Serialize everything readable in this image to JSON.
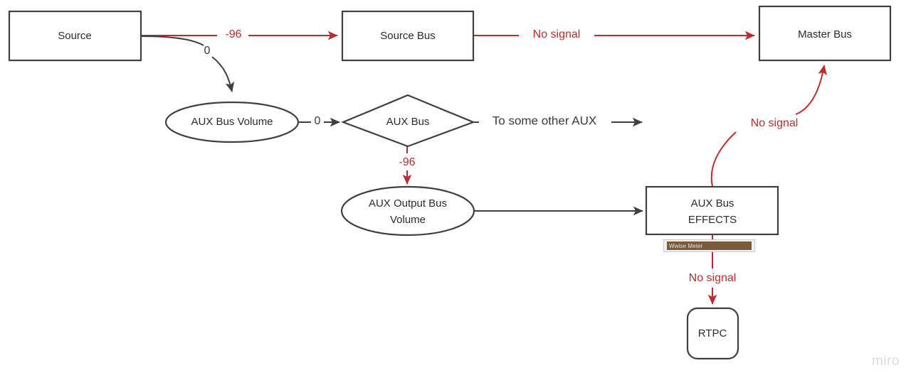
{
  "colors": {
    "signal_red": "#c02a2d",
    "stroke_dark": "#3f3f3f",
    "meter_fill": "#7a5c3c",
    "watermark": "#d9dbe4"
  },
  "nodes": {
    "source": {
      "label": "Source",
      "shape": "rectangle"
    },
    "source_bus": {
      "label": "Source Bus",
      "shape": "rectangle"
    },
    "master_bus": {
      "label": "Master Bus",
      "shape": "rectangle"
    },
    "aux_bus_volume": {
      "label": "AUX Bus Volume",
      "shape": "ellipse"
    },
    "aux_bus": {
      "label": "AUX Bus",
      "shape": "diamond"
    },
    "aux_output_bus_volume_line1": "AUX Output Bus",
    "aux_output_bus_volume_line2": "Volume",
    "aux_bus_effects_line1": "AUX Bus",
    "aux_bus_effects_line2": "EFFECTS",
    "rtpc": {
      "label": "RTPC",
      "shape": "rounded-rectangle"
    }
  },
  "meter": {
    "label": "Wwise Meter"
  },
  "edges": {
    "source_to_source_bus": "-96",
    "source_to_aux_bus_volume": "0",
    "source_bus_to_master_bus": "No signal",
    "aux_bus_volume_to_aux_bus": "0",
    "aux_bus_to_other_aux": "To some other AUX",
    "aux_bus_to_aux_output_bus_volume": "-96",
    "aux_bus_effects_to_master_bus": "No signal",
    "aux_bus_effects_to_rtpc": "No signal",
    "aux_output_bus_volume_to_effects": ""
  },
  "watermark": {
    "label": "miro"
  }
}
